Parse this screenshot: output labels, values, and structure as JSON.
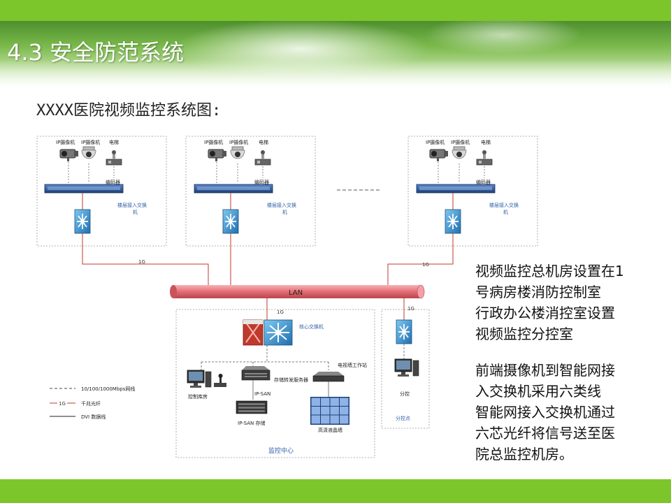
{
  "slide": {
    "title": "4.3 安全防范系统",
    "subtitle": "XXXX医院视频监控系统图:"
  },
  "diagram": {
    "floor_units": [
      {
        "ip_camera_1": "IP摄像机",
        "ip_camera_2": "IP摄像机",
        "elevator": "电梯",
        "encoder": "编码器",
        "floor_switch_line1": "楼层接入交换",
        "floor_switch_line2": "机"
      },
      {
        "ip_camera_1": "IP摄像机",
        "ip_camera_2": "IP摄像机",
        "elevator": "电梯",
        "encoder": "编码器",
        "floor_switch_line1": "楼层接入交换",
        "floor_switch_line2": "机"
      },
      {
        "ip_camera_1": "IP摄像机",
        "ip_camera_2": "IP摄像机",
        "elevator": "电梯",
        "encoder": "编码器",
        "floor_switch_line1": "楼层接入交换",
        "floor_switch_line2": "机"
      }
    ],
    "link_1g_left": "1G",
    "link_1g_right": "1G",
    "link_1g_center": "1G",
    "link_1g_sub": "1G",
    "lan": "LAN",
    "core_switch": "核心交换机",
    "control_room": "控制库房",
    "ip_san_top": "IP-SAN",
    "storage_server": "存储转发服务器",
    "ip_san_storage": "IP-SAN 存储",
    "tv_wall_workstation": "电视墙工作站",
    "hd_lcd_wall": "高清液晶墙",
    "monitor_center": "监控中心",
    "sub_control": "分控",
    "sub_control_point": "分控点",
    "legend": {
      "dashed": "10/100/1000Mbps网线",
      "fiber": "千兆光纤",
      "dvi": "DVI 数据线",
      "fiber_mark": "1G"
    }
  },
  "description": {
    "p1": [
      "视频监控总机房设置在1",
      "号病房楼消防控制室",
      "行政办公楼消控室设置",
      "视频监控分控室"
    ],
    "p2": [
      "前端摄像机到智能网接",
      "入交换机采用六类线",
      "智能网接入交换机通过",
      "六芯光纤将信号送至医",
      "院总监控机房。"
    ]
  },
  "colors": {
    "accent_green": "#7cc62c",
    "fiber_red": "#c0392b",
    "lan_pipe": "#e8737a",
    "switch_blue": "#2e86c1"
  }
}
